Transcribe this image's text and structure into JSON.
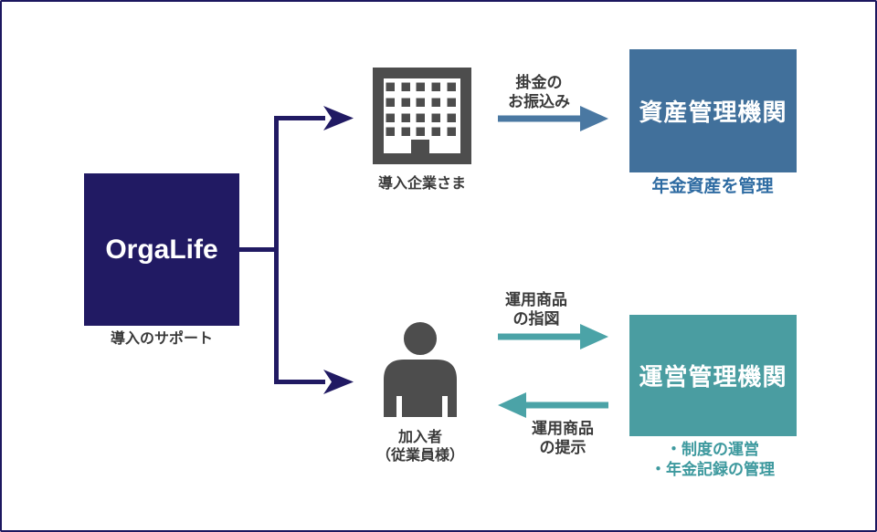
{
  "diagram": {
    "colors": {
      "navy": "#211a63",
      "frame_border": "#1c175f",
      "steel_blue_box": "#41709b",
      "steel_blue_arrow": "#4a78a2",
      "steel_blue_text": "#2e6ba2",
      "teal_box": "#4a9da1",
      "teal_arrow": "#4ba3a7",
      "teal_text": "#3d999e",
      "icon_gray": "#4d4d4d",
      "label_gray": "#3a3a3a"
    },
    "orga": {
      "title": "OrgaLife",
      "caption": "導入のサポート"
    },
    "company": {
      "label": "導入企業さま",
      "icon": "building-icon"
    },
    "participant": {
      "label_line1": "加入者",
      "label_line2": "（従業員様）",
      "icon": "person-icon"
    },
    "asset_org": {
      "title": "資産管理機関",
      "caption": "年金資産を管理"
    },
    "admin_org": {
      "title": "運営管理機関",
      "bullets": [
        "・制度の運営",
        "・年金記録の管理"
      ]
    },
    "flows": {
      "premium": {
        "line1": "掛金の",
        "line2": "お振込み",
        "direction": "right"
      },
      "instruction": {
        "line1": "運用商品",
        "line2": "の指図",
        "direction": "right"
      },
      "presentation": {
        "line1": "運用商品",
        "line2": "の提示",
        "direction": "left"
      }
    }
  }
}
